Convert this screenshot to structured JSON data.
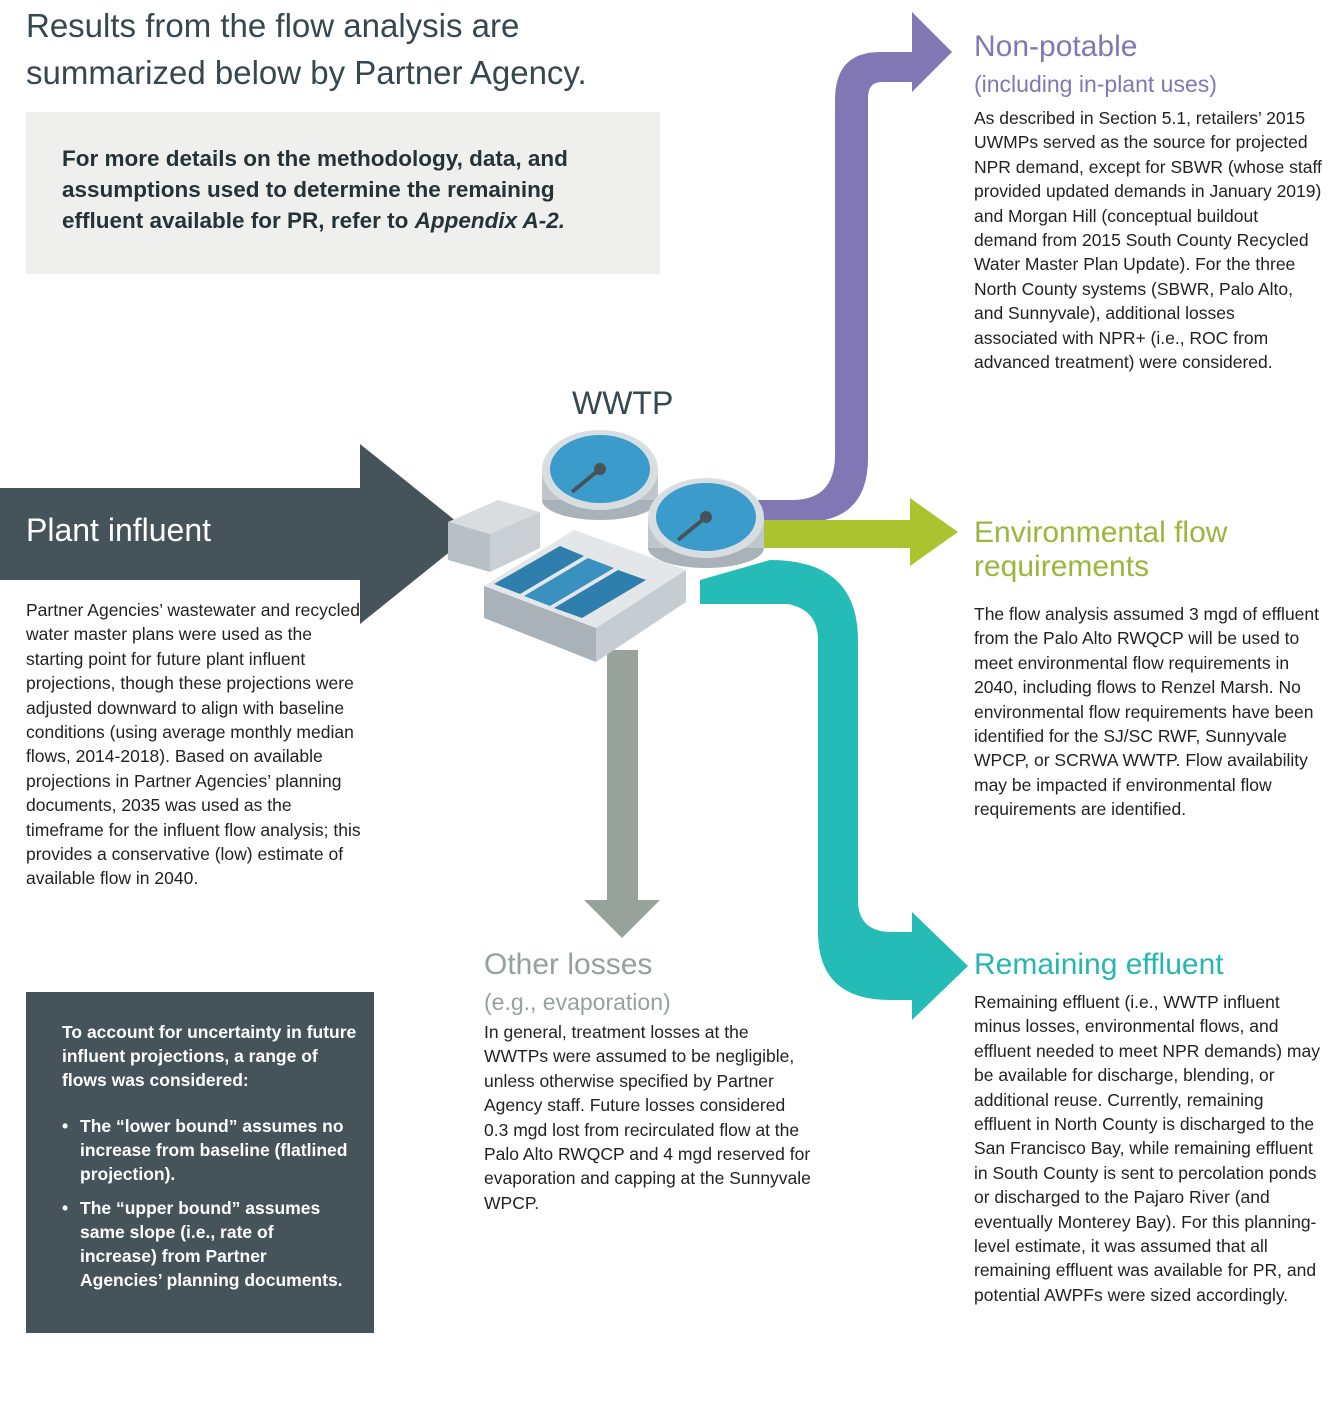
{
  "title": "Results from the flow analysis are summarized below by Partner Agency.",
  "reference_box": {
    "text_pre": "For more details on the methodology, data, and assumptions used to determine the remaining effluent available for PR, refer to ",
    "text_italic": "Appendix A-2."
  },
  "wwtp": {
    "label": "WWTP"
  },
  "plant_influent": {
    "label": "Plant influent",
    "body": "Partner Agencies’ wastewater and recycled water master plans were used as the starting point for future plant influent projections, though these projections were adjusted downward to align with baseline conditions (using average monthly median flows, 2014-2018). Based on available projections in Partner Agencies’ planning documents, 2035 was used as the timeframe for the influent flow analysis; this provides a conservative (low) estimate of available flow in 2040."
  },
  "uncertainty_box": {
    "intro": "To account for uncertainty in future influent projections, a range of flows was considered:",
    "bullets": [
      "The “lower bound” assumes no increase from baseline (flatlined projection).",
      "The “upper bound” assumes same slope (i.e., rate of increase) from Partner Agencies’ planning documents."
    ]
  },
  "non_potable": {
    "title": "Non-potable",
    "subtitle": "(including in-plant uses)",
    "body": "As described in Section 5.1, retailers’ 2015 UWMPs served as the source for projected NPR demand, except for SBWR (whose staff provided updated demands in January 2019) and Morgan Hill (conceptual buildout demand from 2015 South County Recycled Water Master Plan Update). For the three North County systems (SBWR, Palo Alto, and Sunnyvale), additional losses associated with NPR+ (i.e., ROC from advanced treatment) were considered."
  },
  "environmental": {
    "title": "Environmental flow requirements",
    "body": "The flow analysis assumed 3 mgd of effluent from the Palo Alto RWQCP will be used to meet environmental flow requirements in 2040, including flows to Renzel Marsh. No environmental flow requirements have been identified for the SJ/SC RWF, Sunnyvale WPCP, or SCRWA WWTP. Flow availability may be impacted if environmental flow requirements are identified."
  },
  "remaining_effluent": {
    "title": "Remaining effluent",
    "body": "Remaining effluent (i.e., WWTP influent minus losses, environmental flows, and effluent needed to meet NPR demands) may be available for discharge, blending, or additional reuse. Currently, remaining effluent in North County is discharged to the San Francisco Bay, while remaining effluent in South County is sent to percolation ponds or discharged to the Pajaro River (and eventually Monterey Bay). For this planning-level estimate, it was assumed that all remaining effluent was available for PR, and potential AWPFs were sized accordingly."
  },
  "other_losses": {
    "title": "Other losses",
    "subtitle": "(e.g., evaporation)",
    "body": "In general, treatment losses at the WWTPs were assumed to be negligible, unless otherwise specified by Partner Agency staff. Future losses considered 0.3 mgd lost from recirculated flow at the Palo Alto RWQCP and 4 mgd reserved for evaporation and capping at the Sunnyvale WPCP."
  },
  "colors": {
    "influent_arrow": "#45535a",
    "non_potable": "#8177b4",
    "environmental": "#abc32f",
    "remaining": "#25bcb8",
    "other_losses": "#97a29b",
    "box_gray": "#efefed"
  }
}
